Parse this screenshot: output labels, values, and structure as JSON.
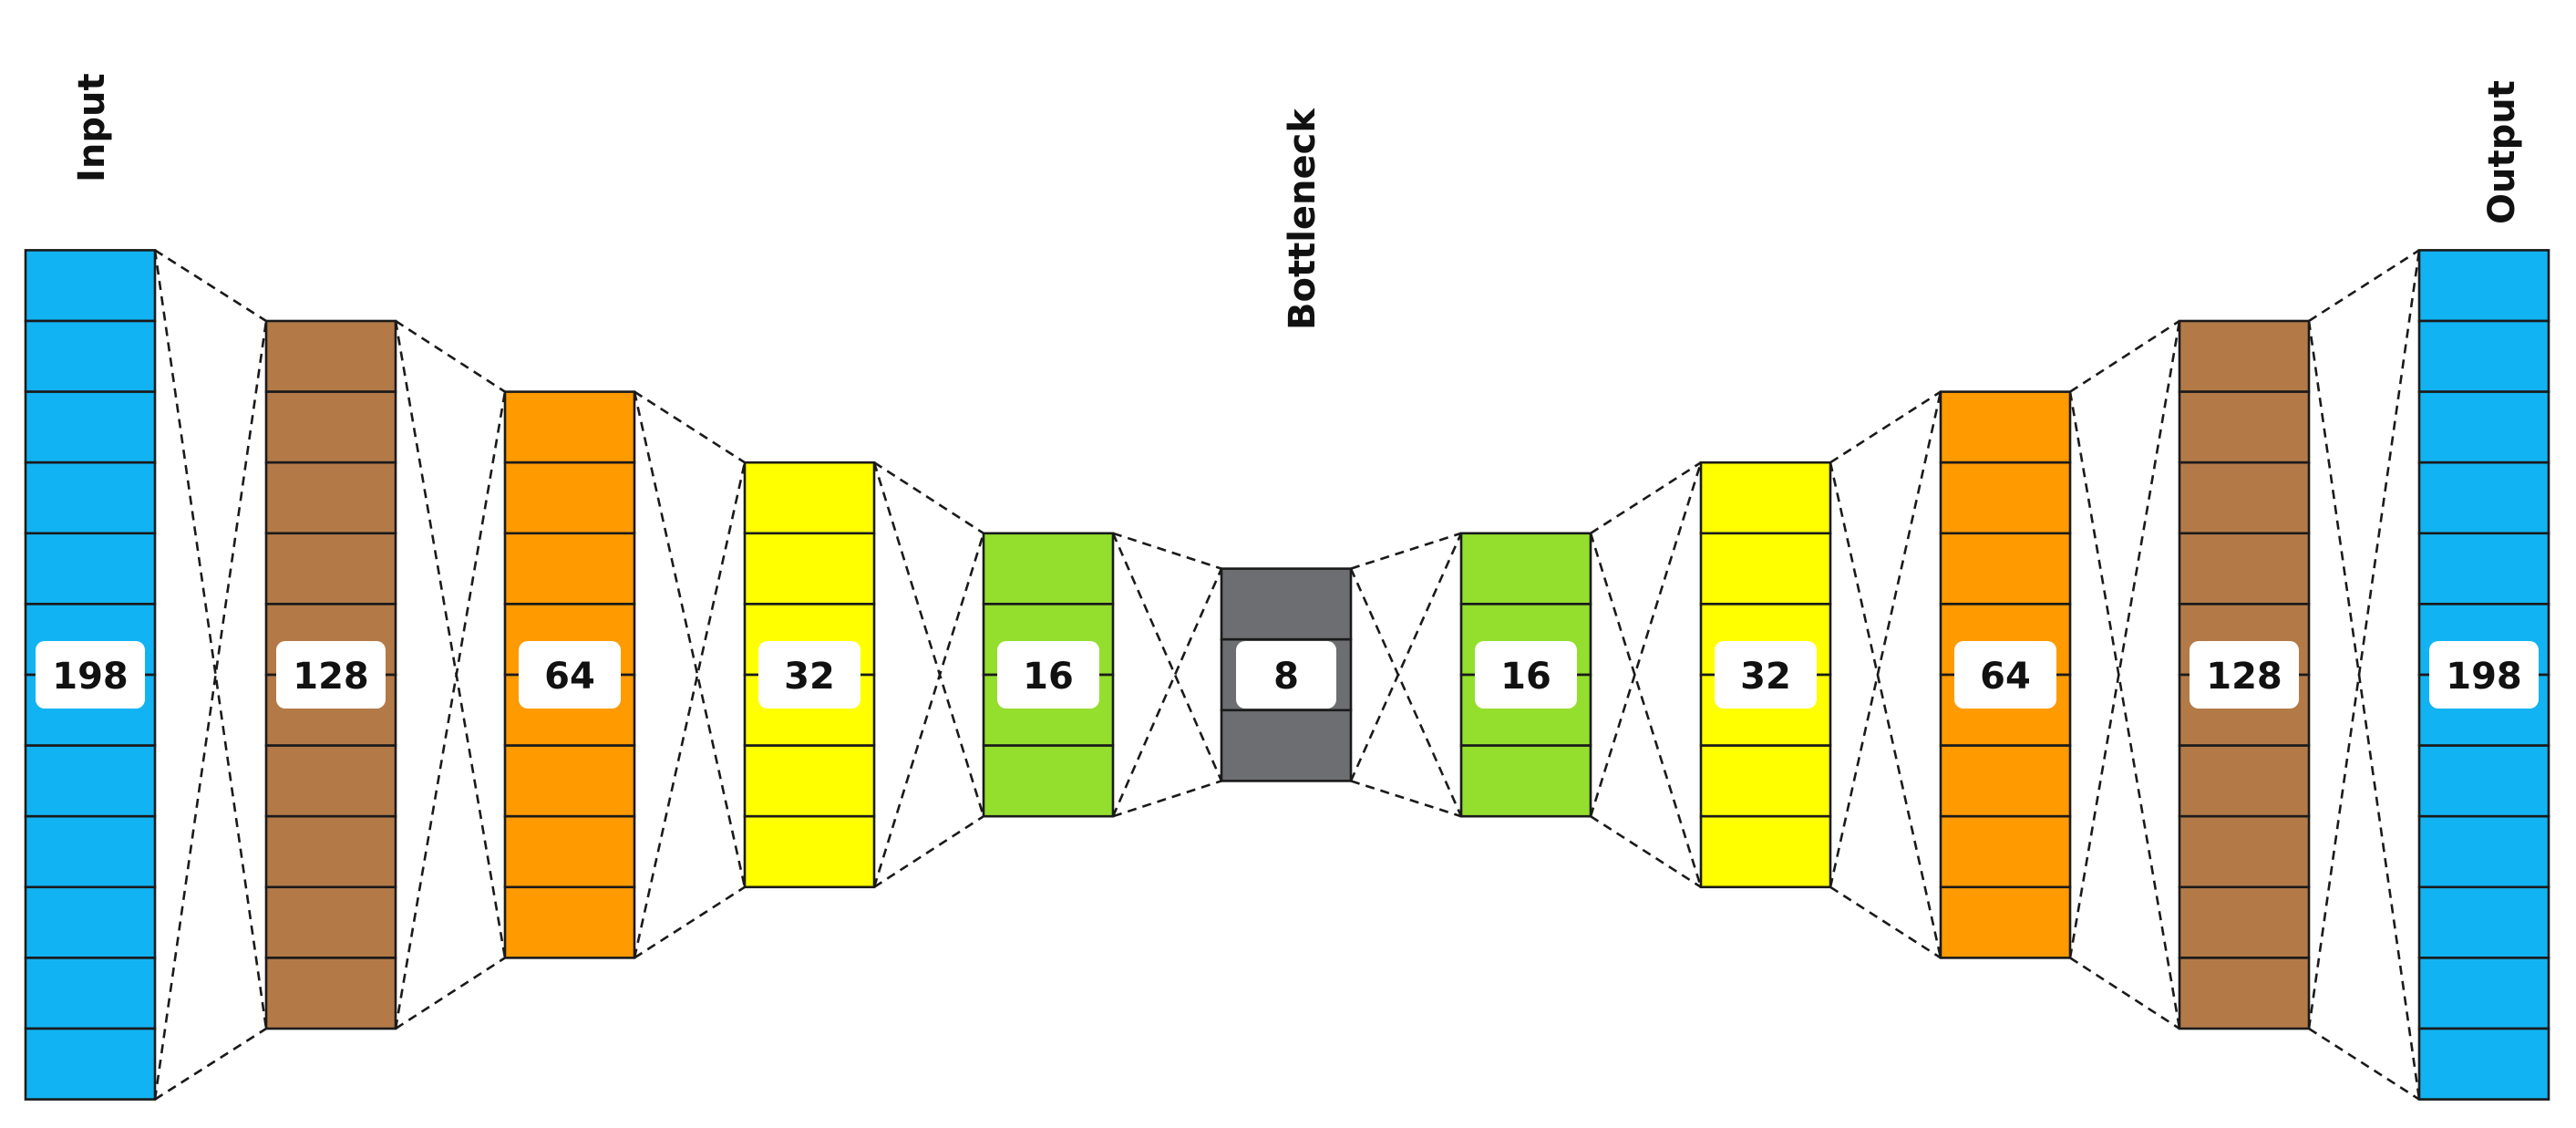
{
  "headings": {
    "input": "Input",
    "bottleneck": "Bottleneck",
    "output": "Output"
  },
  "colors": {
    "blue": "#12B3F2",
    "brown": "#B37A48",
    "orange": "#FF9A00",
    "yellow": "#FFFF00",
    "green": "#94DE2E",
    "gray": "#6D6E71",
    "line": "#1a1a1a"
  },
  "layers": [
    {
      "id": "input-198",
      "label": "198",
      "cells": 12,
      "color": "blue"
    },
    {
      "id": "encoder-128",
      "label": "128",
      "cells": 10,
      "color": "brown"
    },
    {
      "id": "encoder-64",
      "label": "64",
      "cells": 8,
      "color": "orange"
    },
    {
      "id": "encoder-32",
      "label": "32",
      "cells": 6,
      "color": "yellow"
    },
    {
      "id": "encoder-16",
      "label": "16",
      "cells": 4,
      "color": "green"
    },
    {
      "id": "bottleneck-8",
      "label": "8",
      "cells": 3,
      "color": "gray"
    },
    {
      "id": "decoder-16",
      "label": "16",
      "cells": 4,
      "color": "green"
    },
    {
      "id": "decoder-32",
      "label": "32",
      "cells": 6,
      "color": "yellow"
    },
    {
      "id": "decoder-64",
      "label": "64",
      "cells": 8,
      "color": "orange"
    },
    {
      "id": "decoder-128",
      "label": "128",
      "cells": 10,
      "color": "brown"
    },
    {
      "id": "output-198",
      "label": "198",
      "cells": 12,
      "color": "blue"
    }
  ]
}
